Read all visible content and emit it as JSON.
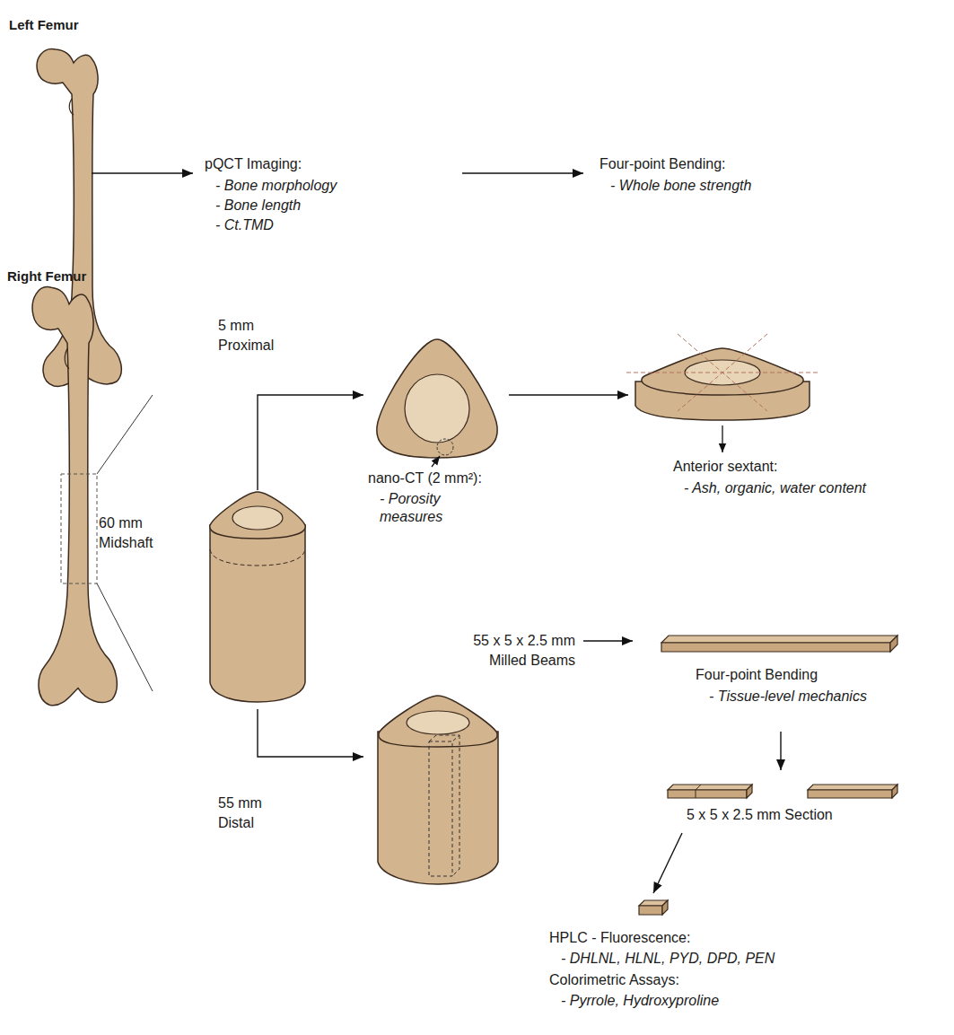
{
  "diagram": {
    "nodes": [
      {
        "text": [
          "Left Femur"
        ]
      },
      {
        "text": [
          "pQCT Imaging:",
          "- Bone morphology",
          "- Bone length",
          "- Ct.TMD"
        ]
      },
      {
        "text": [
          "Four-point Bending:",
          "- Whole bone strength"
        ]
      },
      {
        "text": [
          "Right Femur"
        ]
      },
      {
        "text": [
          "nano-CT (2 mm²):",
          "- Porosity measures"
        ]
      },
      {
        "text": [
          "Anterior sextant:",
          "- Ash, organic, water content"
        ]
      },
      {
        "text": [
          "55 x 5 x 2.5 mm",
          "Milled Beams"
        ]
      },
      {
        "text": [
          "Four-point Bending",
          "- Tissue-level mechanics"
        ]
      },
      {
        "text": [
          "5 x 5 x 2.5 mm Section"
        ]
      },
      {
        "text": [
          "HPLC - Fluorescence:",
          "- DHLNL, HLNL, PYD, DPD, PEN",
          "Colorimetric Assays:",
          "- Pyrrole, Hydroxyproline"
        ]
      }
    ],
    "edges": [
      {
        "from": 0,
        "to": 1,
        "arrow": "to"
      },
      {
        "from": 1,
        "to": 2,
        "arrow": "to"
      },
      {
        "from": 3,
        "to": 4,
        "arrow": "to"
      },
      {
        "from": 4,
        "to": 5,
        "arrow": "to"
      },
      {
        "from": 3,
        "to": 6,
        "arrow": "to"
      },
      {
        "from": 6,
        "to": 7,
        "arrow": "to"
      },
      {
        "from": 7,
        "to": 8,
        "arrow": "to"
      },
      {
        "from": 8,
        "to": 9,
        "arrow": "to"
      }
    ],
    "labels": [
      "60 mm Midshaft",
      "5 mm Proximal",
      "55 mm Distal"
    ]
  }
}
